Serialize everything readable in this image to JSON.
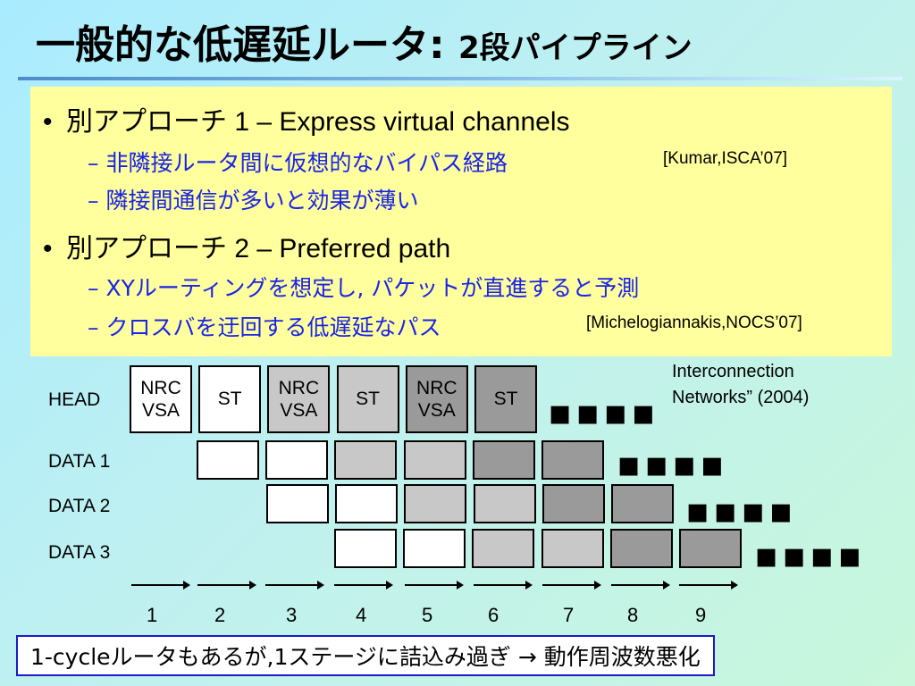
{
  "slide": {
    "title_main": "一般的な低遅延ルータ:",
    "title_sub": "2段パイプライン"
  },
  "bullets": [
    {
      "text": "別アプローチ 1 – Express virtual channels",
      "subitems": [
        {
          "text": "非隣接ルータ間に仮想的なバイパス経路"
        },
        {
          "text": "隣接間通信が多いと効果が薄い"
        }
      ]
    },
    {
      "text": "別アプローチ 2 – Preferred path",
      "subitems": [
        {
          "text": "XYルーティングを想定し, パケットが直進すると予測"
        },
        {
          "text": "クロスバを迂回する低遅延なパス"
        }
      ]
    }
  ],
  "citations": {
    "kumar": "[Kumar,ISCA’07]",
    "michelogiannakis": "[Michelogiannakis,NOCS’07]"
  },
  "reference_note": {
    "line1": "Interconnection",
    "line2": "Networks” (2004)"
  },
  "pipeline": {
    "rows": [
      {
        "label": "HEAD",
        "cells": [
          {
            "text": "NRC\nVSA",
            "shade": "white"
          },
          {
            "text": "ST",
            "shade": "white"
          },
          {
            "text": "NRC\nVSA",
            "shade": "light"
          },
          {
            "text": "ST",
            "shade": "light"
          },
          {
            "text": "NRC\nVSA",
            "shade": "dark"
          },
          {
            "text": "ST",
            "shade": "dark"
          }
        ]
      },
      {
        "label": "DATA 1",
        "cells": [
          {
            "shade": "white"
          },
          {
            "shade": "white"
          },
          {
            "shade": "light"
          },
          {
            "shade": "light"
          },
          {
            "shade": "dark"
          },
          {
            "shade": "dark"
          }
        ]
      },
      {
        "label": "DATA 2",
        "cells": [
          {
            "shade": "white"
          },
          {
            "shade": "white"
          },
          {
            "shade": "light"
          },
          {
            "shade": "light"
          },
          {
            "shade": "dark"
          },
          {
            "shade": "dark"
          }
        ]
      },
      {
        "label": "DATA 3",
        "cells": [
          {
            "shade": "white"
          },
          {
            "shade": "white"
          },
          {
            "shade": "light"
          },
          {
            "shade": "light"
          },
          {
            "shade": "dark"
          },
          {
            "shade": "dark"
          }
        ]
      }
    ],
    "continuation": "▪▪▪▪",
    "cycles": [
      "1",
      "2",
      "3",
      "4",
      "5",
      "6",
      "7",
      "8",
      "9"
    ],
    "shade_colors": {
      "white": "#ffffff",
      "light": "#c8c8c8",
      "dark": "#9a9a9a"
    }
  },
  "footer": {
    "text": "1-cycleルータもあるが,1ステージに詰込み過ぎ → 動作周波数悪化"
  }
}
